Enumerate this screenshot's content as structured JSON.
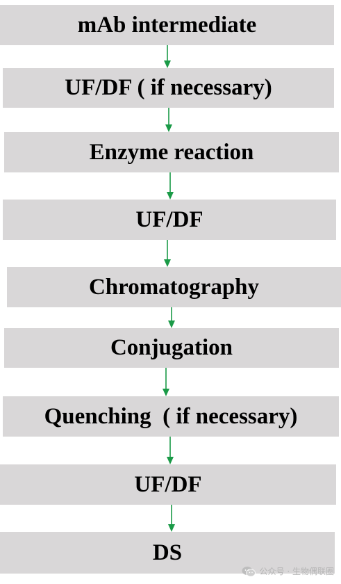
{
  "steps": [
    {
      "label": "mAb intermediate"
    },
    {
      "label": "UF/DF ( if necessary)"
    },
    {
      "label": "Enzyme reaction"
    },
    {
      "label": "UF/DF"
    },
    {
      "label": "Chromatography"
    },
    {
      "label": "Conjugation"
    },
    {
      "label": "Quenching  ( if necessary)"
    },
    {
      "label": "UF/DF"
    },
    {
      "label": "DS"
    }
  ],
  "colors": {
    "box": "#d9d7d8",
    "arrow": "#1a9a47",
    "text": "#000000"
  },
  "watermark": {
    "text": "公众号 · 生物偶联圈",
    "icon": "wechat-icon"
  }
}
